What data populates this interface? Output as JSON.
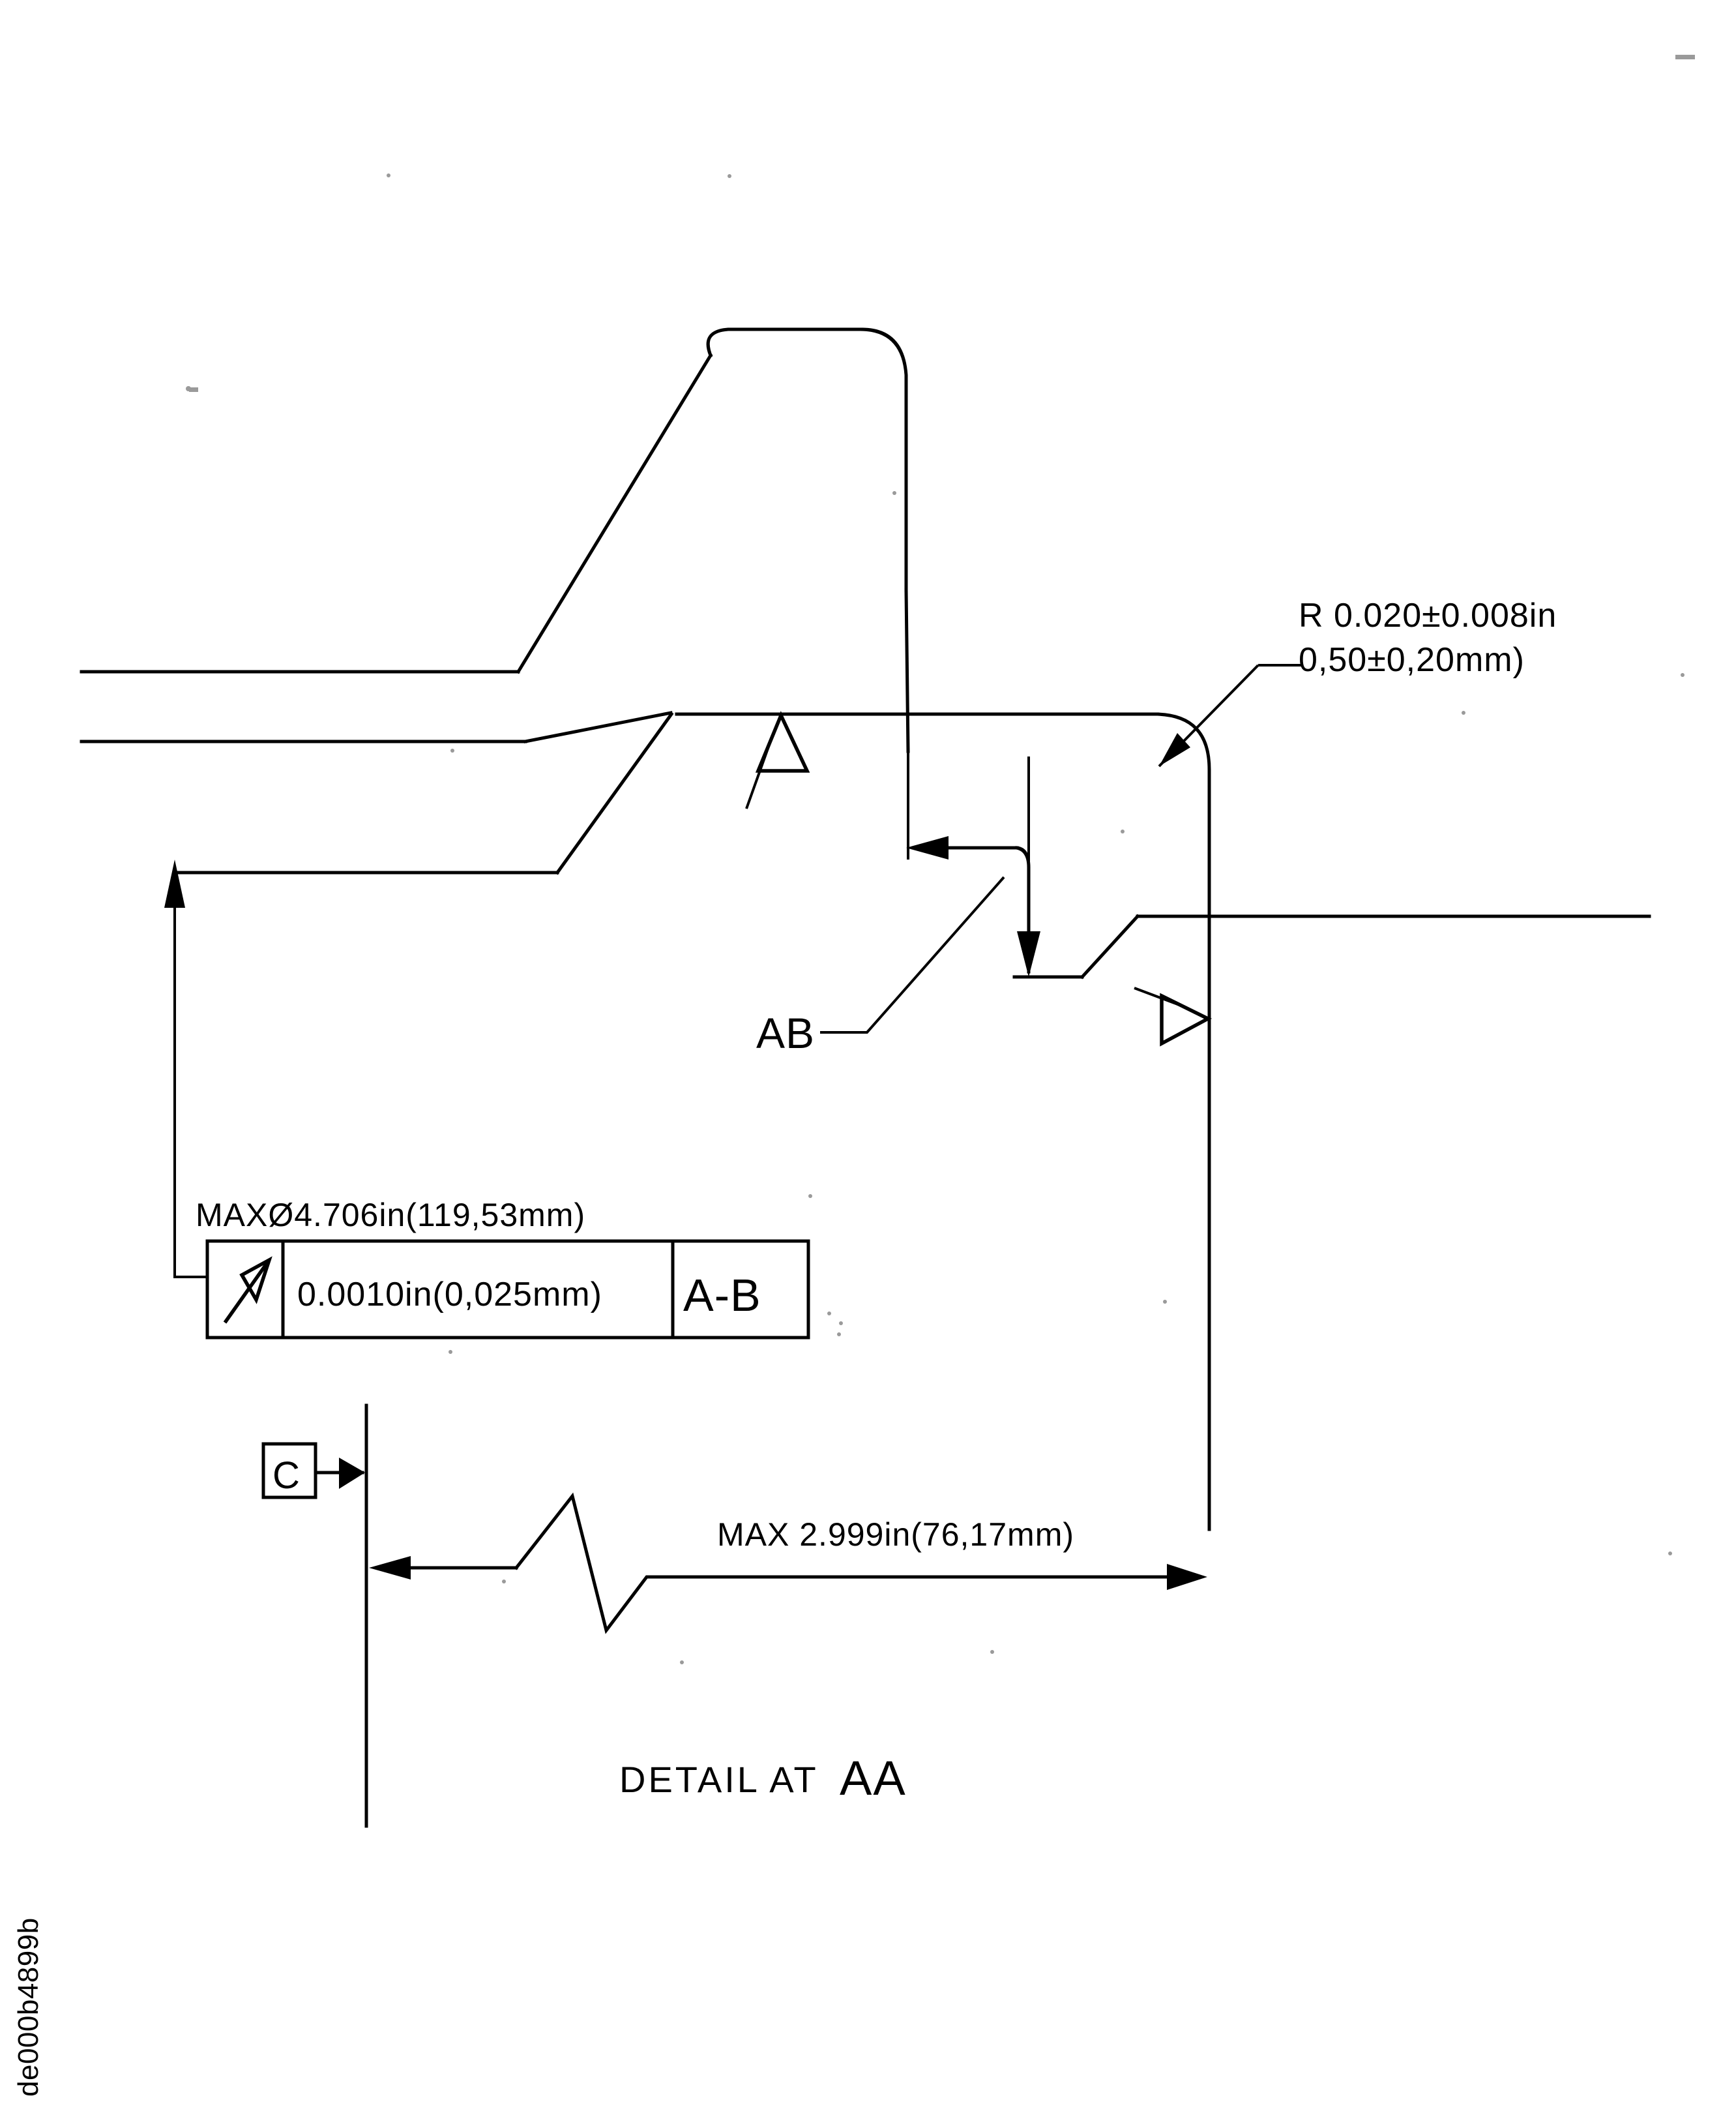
{
  "document": {
    "type": "engineering-detail-drawing",
    "doc_id": "de000b4899b",
    "title": "DETAIL AT AA"
  },
  "annotations": {
    "radius_callout": {
      "line1": "R 0.020±0.008in",
      "line2": "0,50±0,20mm)"
    },
    "max_diameter_note": "MAXØ4.706in(119,53mm)",
    "length_dimension": "MAX 2.999in(76,17mm)",
    "section_label": "AB",
    "detail_title_prefix": "DETAIL AT ",
    "detail_title_suffix": "AA",
    "datum_c_label": "C"
  },
  "feature_control_frame": {
    "symbol": "total-runout-arrow",
    "tolerance": "0.0010in(0,025mm)",
    "datum_reference": "A-B"
  },
  "surface_symbols": [
    {
      "name": "datum-triangle-upper",
      "orientation": "up"
    },
    {
      "name": "datum-triangle-lower",
      "orientation": "right"
    }
  ],
  "colors": {
    "ink": "#000000",
    "paper": "#ffffff"
  }
}
